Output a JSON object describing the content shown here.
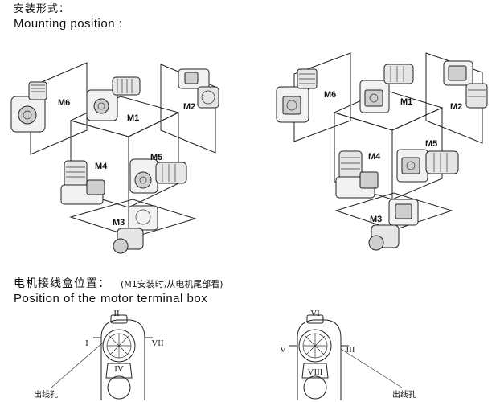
{
  "mounting": {
    "title_cn": "安装形式：",
    "title_en": "Mounting position :"
  },
  "positions": {
    "m1": "M1",
    "m2": "M2",
    "m3": "M3",
    "m4": "M4",
    "m5": "M5",
    "m6": "M6"
  },
  "terminal": {
    "title_cn": "电机接线盒位置：",
    "note_cn": "(M1安装时,从电机尾部看)",
    "title_en_a": "Position of the",
    "title_en_b": "motor  terminal box",
    "romans_left": {
      "top": "II",
      "left": "I",
      "right": "VII",
      "center": "IV"
    },
    "romans_right": {
      "top": "VI",
      "left": "V",
      "right": "III",
      "center": "VIII"
    },
    "hole_label": "出线孔"
  }
}
